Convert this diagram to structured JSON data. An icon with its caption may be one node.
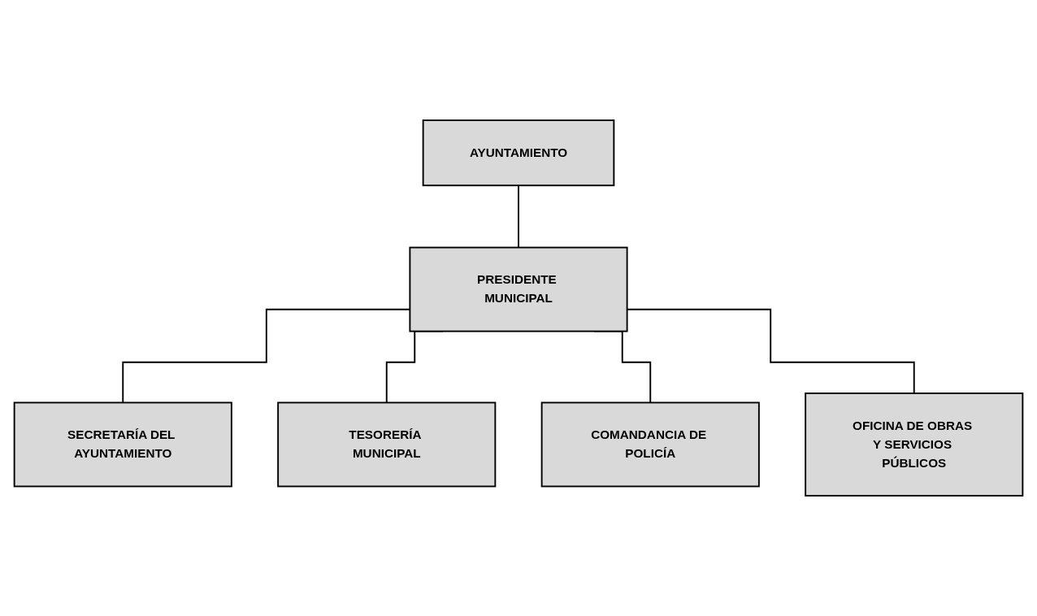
{
  "diagram": {
    "nodes": [
      {
        "text": [
          "AYUNTAMIENTO"
        ]
      },
      {
        "text": [
          "PRESIDENTE MUNICIPAL"
        ]
      },
      {
        "text": [
          "SECRETARÍA DEL AYUNTAMIENTO"
        ]
      },
      {
        "text": [
          "TESORERÍA MUNICIPAL"
        ]
      },
      {
        "text": [
          "COMANDANCIA DE POLICÍA"
        ]
      },
      {
        "text": [
          "OFICINA DE OBRAS Y SERVICIOS PÚBLICOS"
        ]
      }
    ],
    "edges": [
      {
        "from": 0,
        "to": 1,
        "arrow": "none"
      },
      {
        "from": 1,
        "to": 2,
        "arrow": "none"
      },
      {
        "from": 1,
        "to": 3,
        "arrow": "none"
      },
      {
        "from": 1,
        "to": 4,
        "arrow": "none"
      },
      {
        "from": 1,
        "to": 5,
        "arrow": "none"
      }
    ]
  }
}
